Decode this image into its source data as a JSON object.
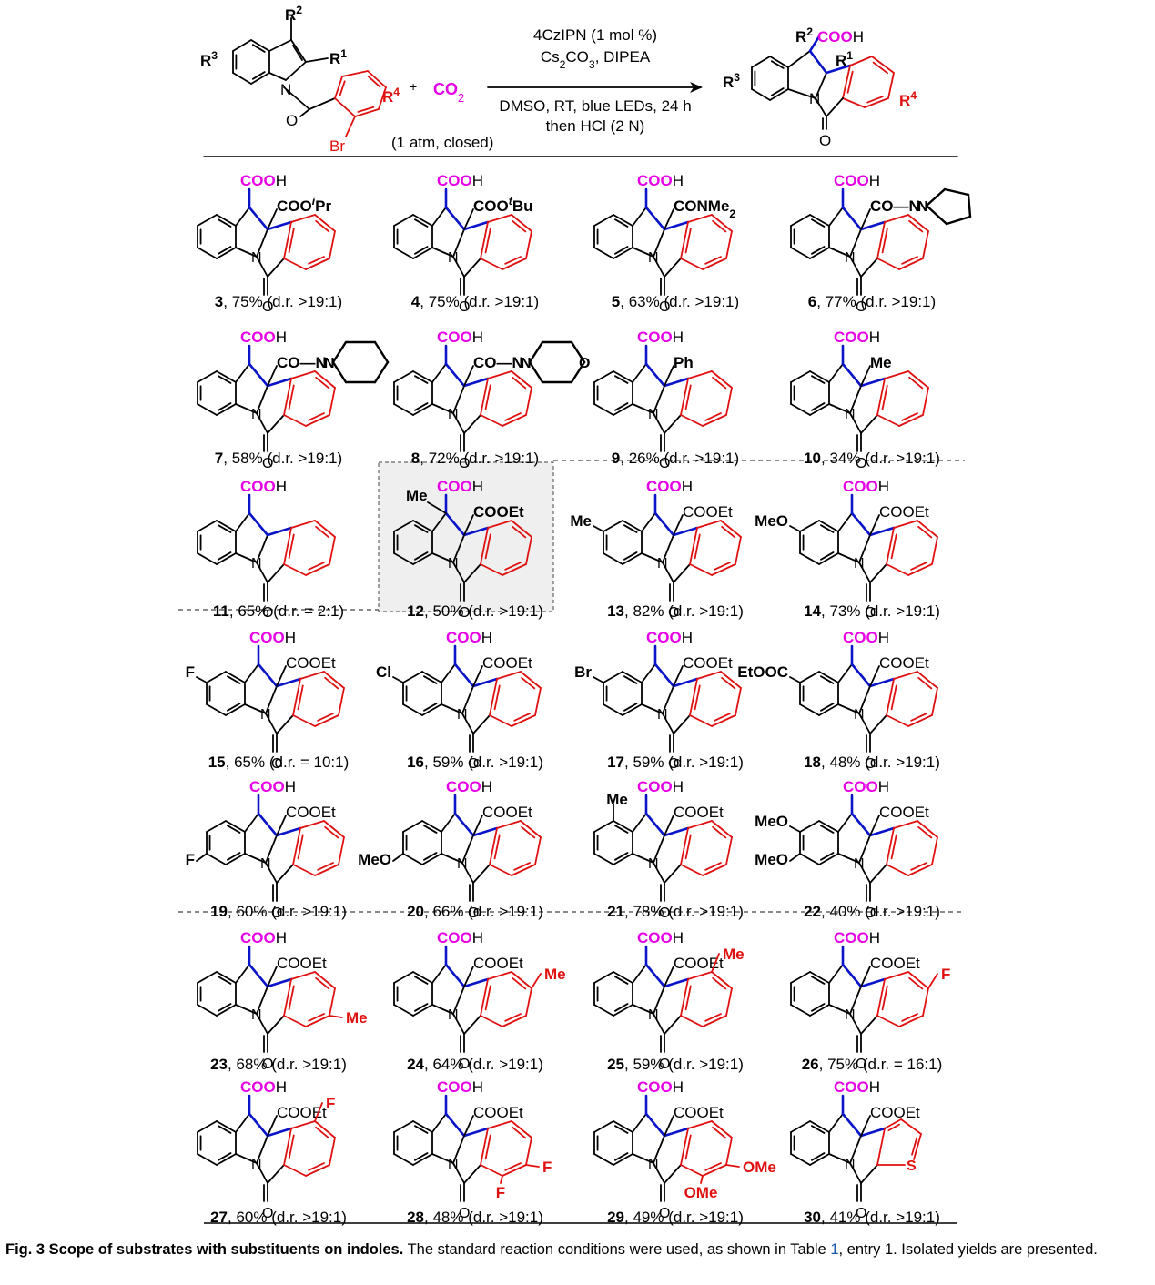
{
  "colors": {
    "cooh": "#e600e6",
    "bond": "#0a14c8",
    "ring": "#e01010",
    "black": "#000000"
  },
  "header": {
    "reactant": {
      "labels": [
        "R2",
        "R3",
        "R1",
        "N",
        "O",
        "R4",
        "Br"
      ]
    },
    "plus": "+",
    "co2": "CO2",
    "co2_note": "(1 atm, closed)",
    "conditions": [
      "4CzIPN (1 mol %)",
      "Cs2CO3, DIPEA",
      "DMSO, RT, blue LEDs, 24 h",
      "then HCl (2 N)"
    ],
    "product": {
      "labels": [
        "R2",
        "COOH",
        "R1",
        "R3",
        "N",
        "R4",
        "O"
      ]
    }
  },
  "compounds": [
    {
      "id": "3",
      "yield": "75%",
      "dr": "d.r. >19:1",
      "r1": "COOiPr",
      "r2": "",
      "ar": [],
      "ind": [],
      "ring": "benzene",
      "style": "bold"
    },
    {
      "id": "4",
      "yield": "75%",
      "dr": "d.r. >19:1",
      "r1": "COOtBu",
      "r2": "",
      "ar": [],
      "ind": [],
      "ring": "benzene",
      "style": "bold"
    },
    {
      "id": "5",
      "yield": "63%",
      "dr": "d.r. >19:1",
      "r1": "CONMe2",
      "r2": "",
      "ar": [],
      "ind": [],
      "ring": "benzene",
      "style": "bold"
    },
    {
      "id": "6",
      "yield": "77%",
      "dr": "d.r. >19:1",
      "r1": "CO—N",
      "r2": "",
      "ar": [],
      "ind": [],
      "ring": "benzene",
      "style": "bold",
      "amine": "pyrrolidine"
    },
    {
      "id": "7",
      "yield": "58%",
      "dr": "d.r. >19:1",
      "r1": "CO—N",
      "r2": "",
      "ar": [],
      "ind": [],
      "ring": "benzene",
      "style": "bold",
      "amine": "piperidine"
    },
    {
      "id": "8",
      "yield": "72%",
      "dr": "d.r. >19:1",
      "r1": "CO—N",
      "r2": "",
      "ar": [],
      "ind": [],
      "ring": "benzene",
      "style": "bold",
      "amine": "morpholine"
    },
    {
      "id": "9",
      "yield": "26%",
      "dr": "d.r. >19:1",
      "r1": "Ph",
      "r2": "",
      "ar": [],
      "ind": [],
      "ring": "benzene",
      "style": "bold"
    },
    {
      "id": "10",
      "yield": "34%",
      "dr": "d.r. >19:1",
      "r1": "Me",
      "r2": "",
      "ar": [],
      "ind": [],
      "ring": "benzene",
      "style": "bold"
    },
    {
      "id": "11",
      "yield": "65%",
      "dr": "d.r. = 2:1",
      "r1": "",
      "r2": "",
      "ar": [],
      "ind": [],
      "ring": "benzene",
      "style": "bold"
    },
    {
      "id": "12",
      "yield": "50%",
      "dr": "d.r. >19:1",
      "r1": "COOEt",
      "r2": "Me",
      "ar": [],
      "ind": [],
      "ring": "benzene",
      "style": "bold"
    },
    {
      "id": "13",
      "yield": "82%",
      "dr": "d.r. >19:1",
      "r1": "COOEt",
      "r2": "",
      "ar": [],
      "ind": [
        {
          "pos": "5",
          "t": "Me"
        }
      ],
      "ring": "benzene",
      "style": "normal"
    },
    {
      "id": "14",
      "yield": "73%",
      "dr": "d.r. >19:1",
      "r1": "COOEt",
      "r2": "",
      "ar": [],
      "ind": [
        {
          "pos": "5",
          "t": "MeO"
        }
      ],
      "ring": "benzene",
      "style": "normal"
    },
    {
      "id": "15",
      "yield": "65%",
      "dr": "d.r. = 10:1",
      "r1": "COOEt",
      "r2": "",
      "ar": [],
      "ind": [
        {
          "pos": "5",
          "t": "F"
        }
      ],
      "ring": "benzene",
      "style": "normal"
    },
    {
      "id": "16",
      "yield": "59%",
      "dr": "d.r. >19:1",
      "r1": "COOEt",
      "r2": "",
      "ar": [],
      "ind": [
        {
          "pos": "5",
          "t": "Cl"
        }
      ],
      "ring": "benzene",
      "style": "normal"
    },
    {
      "id": "17",
      "yield": "59%",
      "dr": "d.r. >19:1",
      "r1": "COOEt",
      "r2": "",
      "ar": [],
      "ind": [
        {
          "pos": "5",
          "t": "Br"
        }
      ],
      "ring": "benzene",
      "style": "normal"
    },
    {
      "id": "18",
      "yield": "48%",
      "dr": "d.r. >19:1",
      "r1": "COOEt",
      "r2": "",
      "ar": [],
      "ind": [
        {
          "pos": "5",
          "t": "EtOOC"
        }
      ],
      "ring": "benzene",
      "style": "normal"
    },
    {
      "id": "19",
      "yield": "60%",
      "dr": "d.r. >19:1",
      "r1": "COOEt",
      "r2": "",
      "ar": [],
      "ind": [
        {
          "pos": "6",
          "t": "F"
        }
      ],
      "ring": "benzene",
      "style": "normal"
    },
    {
      "id": "20",
      "yield": "66%",
      "dr": "d.r. >19:1",
      "r1": "COOEt",
      "r2": "",
      "ar": [],
      "ind": [
        {
          "pos": "6",
          "t": "MeO"
        }
      ],
      "ring": "benzene",
      "style": "normal"
    },
    {
      "id": "21",
      "yield": "78%",
      "dr": "d.r. >19:1",
      "r1": "COOEt",
      "r2": "",
      "ar": [],
      "ind": [
        {
          "pos": "4",
          "t": "Me"
        }
      ],
      "ring": "benzene",
      "style": "normal"
    },
    {
      "id": "22",
      "yield": "40%",
      "dr": "d.r. >19:1",
      "r1": "COOEt",
      "r2": "",
      "ar": [],
      "ind": [
        {
          "pos": "5",
          "t": "MeO"
        },
        {
          "pos": "6",
          "t": "MeO"
        }
      ],
      "ring": "benzene",
      "style": "normal"
    },
    {
      "id": "23",
      "yield": "68%",
      "dr": "d.r. >19:1",
      "r1": "COOEt",
      "r2": "",
      "ar": [
        {
          "pos": "c",
          "t": "Me"
        }
      ],
      "ind": [],
      "ring": "benzene",
      "style": "normal"
    },
    {
      "id": "24",
      "yield": "64%",
      "dr": "d.r. >19:1",
      "r1": "COOEt",
      "r2": "",
      "ar": [
        {
          "pos": "b",
          "t": "Me"
        }
      ],
      "ind": [],
      "ring": "benzene",
      "style": "normal"
    },
    {
      "id": "25",
      "yield": "59%",
      "dr": "d.r. >19:1",
      "r1": "COOEt",
      "r2": "",
      "ar": [
        {
          "pos": "a",
          "t": "Me"
        }
      ],
      "ind": [],
      "ring": "benzene",
      "style": "normal",
      "rot": true
    },
    {
      "id": "26",
      "yield": "75%",
      "dr": "d.r. = 16:1",
      "r1": "COOEt",
      "r2": "",
      "ar": [
        {
          "pos": "b",
          "t": "F"
        }
      ],
      "ind": [],
      "ring": "benzene",
      "style": "normal"
    },
    {
      "id": "27",
      "yield": "60%",
      "dr": "d.r. >19:1",
      "r1": "COOEt",
      "r2": "",
      "ar": [
        {
          "pos": "a",
          "t": "F"
        }
      ],
      "ind": [],
      "ring": "benzene",
      "style": "normal",
      "rot": true
    },
    {
      "id": "28",
      "yield": "48%",
      "dr": "d.r. >19:1",
      "r1": "COOEt",
      "r2": "",
      "ar": [
        {
          "pos": "c",
          "t": "F"
        },
        {
          "pos": "d",
          "t": "F"
        }
      ],
      "ind": [],
      "ring": "benzene",
      "style": "normal"
    },
    {
      "id": "29",
      "yield": "49%",
      "dr": "d.r. >19:1",
      "r1": "COOEt",
      "r2": "",
      "ar": [
        {
          "pos": "c",
          "t": "OMe"
        },
        {
          "pos": "d",
          "t": "OMe"
        }
      ],
      "ind": [],
      "ring": "benzene",
      "style": "normal"
    },
    {
      "id": "30",
      "yield": "41%",
      "dr": "d.r. >19:1",
      "r1": "COOEt",
      "r2": "",
      "ar": [],
      "ind": [],
      "ring": "thiophene",
      "style": "normal",
      "het": "S"
    }
  ],
  "labels": {
    "cooh_main": "COO",
    "cooh_h": "H",
    "n": "N",
    "o": "O"
  },
  "legend": {
    "title": "Fig. 3 Scope of substrates with substituents on indoles.",
    "text_before": " The standard reaction conditions were used, as shown in Table ",
    "ref": "1",
    "text_after": ", entry 1. Isolated yields are presented."
  }
}
